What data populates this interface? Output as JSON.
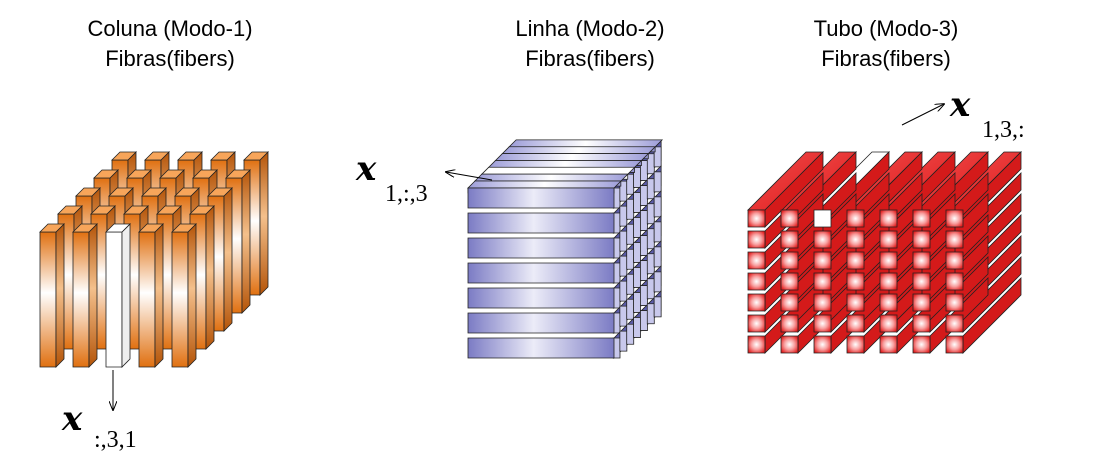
{
  "panels": [
    {
      "title_line1": "Coluna (Modo-1)",
      "title_line2": "Fibras(fibers)",
      "variable": "x",
      "subscript": ":,3,1",
      "color": "#f0831f"
    },
    {
      "title_line1": "Linha (Modo-2)",
      "title_line2": "Fibras(fibers)",
      "variable": "x",
      "subscript": "1,:,3",
      "color": "#8c8ccc"
    },
    {
      "title_line1": "Tubo (Modo-3)",
      "title_line2": "Fibras(fibers)",
      "variable": "x",
      "subscript": "1,3,:",
      "color": "#e8231e"
    }
  ]
}
